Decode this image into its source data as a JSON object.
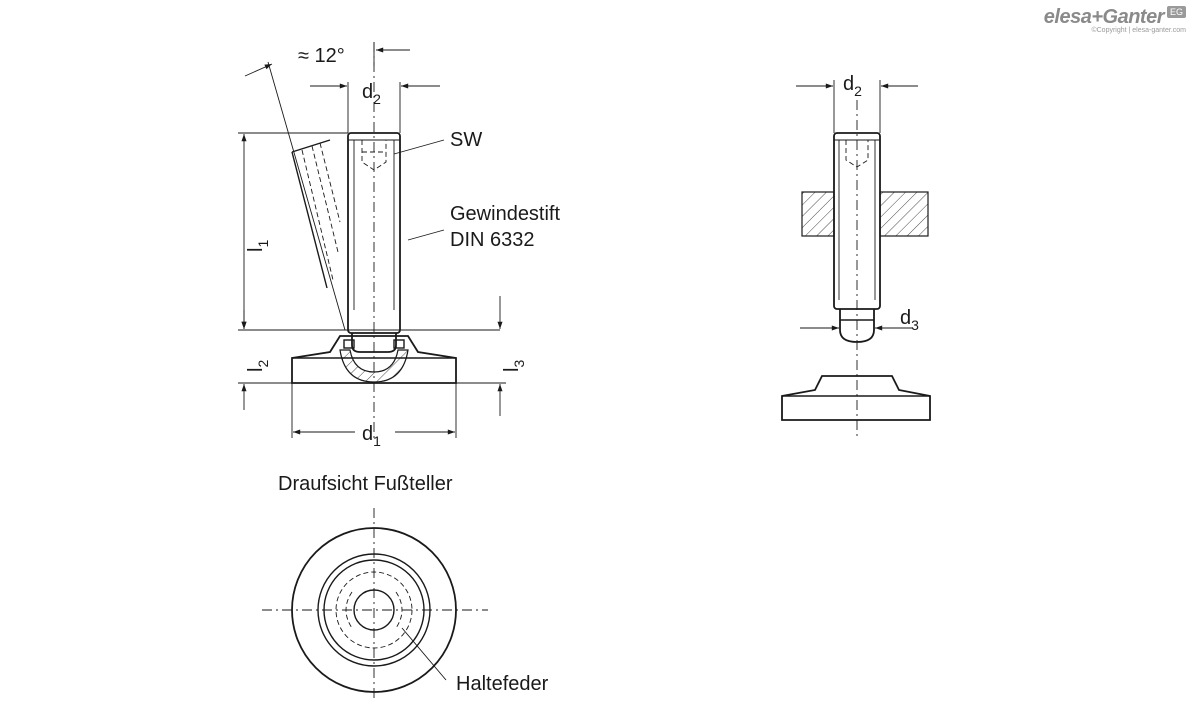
{
  "brand": {
    "logo_text": "elesa+Ganter",
    "badge": "EG",
    "copyright": "©Copyright | elesa-ganter.com"
  },
  "labels": {
    "angle": "≈ 12°",
    "d2": "d",
    "d2_sub": "2",
    "sw": "SW",
    "gewindestift_line1": "Gewindestift",
    "gewindestift_line2": "DIN 6332",
    "l1": "l",
    "l1_sub": "1",
    "l2": "l",
    "l2_sub": "2",
    "l3": "l",
    "l3_sub": "3",
    "d1": "d",
    "d1_sub": "1",
    "d2_right": "d",
    "d2_right_sub": "2",
    "d3": "d",
    "d3_sub": "3",
    "draufsicht": "Draufsicht Fußteller",
    "haltefeder": "Haltefeder"
  },
  "colors": {
    "line": "#1a1a1a",
    "logo": "#8a8a8a"
  }
}
